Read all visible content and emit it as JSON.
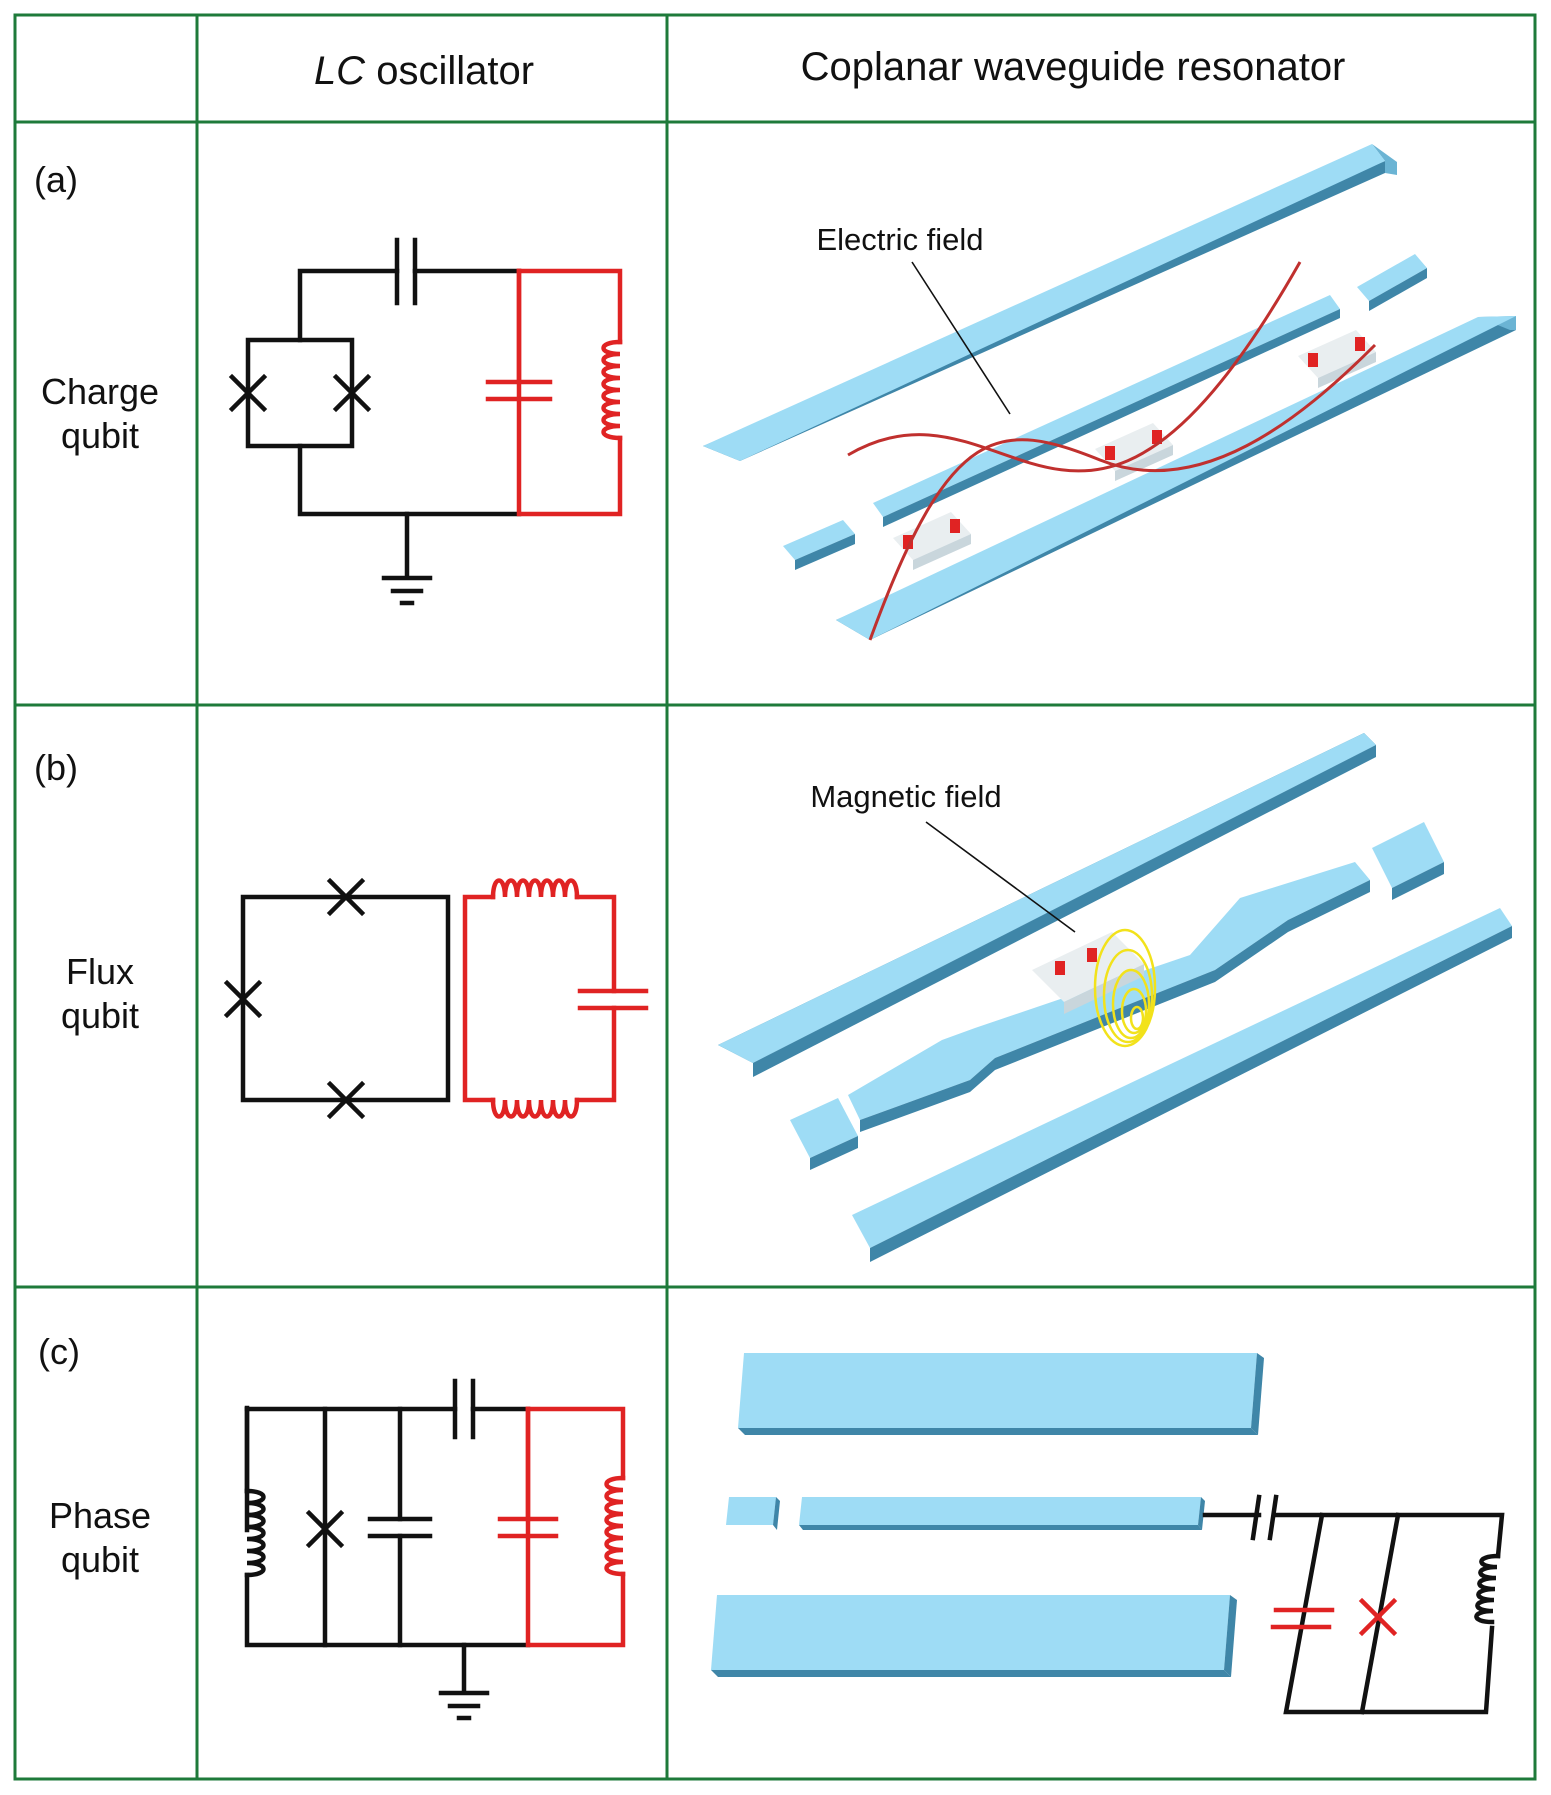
{
  "headers": {
    "lc_oscillator_italic": "LC",
    "lc_oscillator_rest": "oscillator",
    "cpw": "Coplanar waveguide resonator"
  },
  "rows": [
    {
      "tag": "(a)",
      "name_line1": "Charge",
      "name_line2": "qubit",
      "annotation": "Electric field"
    },
    {
      "tag": "(b)",
      "name_line1": "Flux",
      "name_line2": "qubit",
      "annotation": "Magnetic field"
    },
    {
      "tag": "(c)",
      "name_line1": "Phase",
      "name_line2": "qubit"
    }
  ],
  "colors": {
    "grid": "#1e7a3a",
    "circuit": "#111111",
    "resonator": "#e02323",
    "metal_top": "#9edcf5",
    "metal_side": "#3f86a8",
    "field_magnetic": "#f2e21b"
  }
}
